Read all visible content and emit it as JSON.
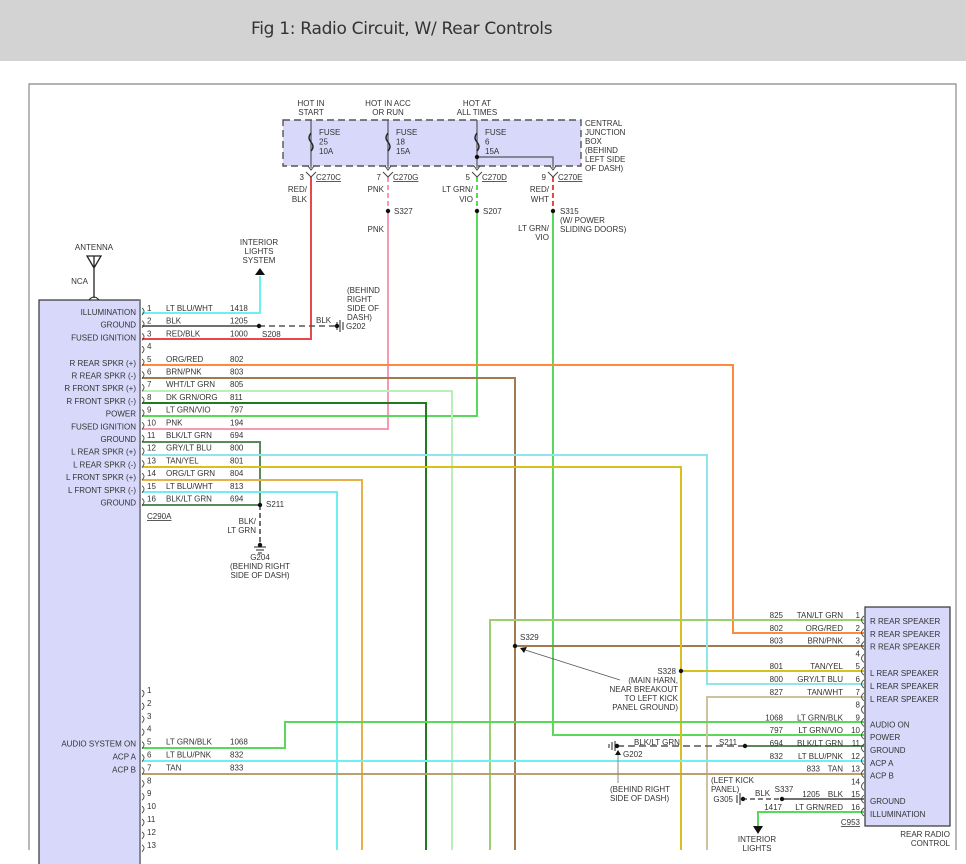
{
  "header": {
    "title": "Fig 1: Radio Circuit, W/ Rear Controls"
  },
  "junction_box": {
    "label": [
      "CENTRAL",
      "JUNCTION",
      "BOX",
      "(BEHIND",
      "LEFT SIDE",
      "OF DASH)"
    ],
    "fuses": [
      {
        "supply": [
          "HOT IN",
          "START"
        ],
        "fuse": [
          "FUSE",
          "25",
          "10A"
        ],
        "pin": "3",
        "connector": "C270C",
        "wire_color": [
          "RED/",
          "BLK"
        ]
      },
      {
        "supply": [
          "HOT IN ACC",
          "OR RUN"
        ],
        "fuse": [
          "FUSE",
          "18",
          "15A"
        ],
        "pin": "7",
        "connector": "C270G",
        "wire_color": [
          "PNK"
        ]
      },
      {
        "supply": [
          "HOT AT",
          "ALL TIMES"
        ],
        "fuse": [
          "FUSE",
          "6",
          "15A"
        ],
        "pin": "5",
        "connector": "C270D",
        "wire_color": [
          "LT GRN/",
          "VIO"
        ]
      },
      {
        "supply": [],
        "fuse": [],
        "pin": "9",
        "connector": "C270E",
        "wire_color": [
          "RED/",
          "WHT"
        ]
      }
    ]
  },
  "splices": {
    "s327": "S327",
    "s327_wire": "PNK",
    "s207": "S207",
    "s315": [
      "S315",
      "(W/ POWER",
      "SLIDING DOORS)"
    ],
    "s315_wire": [
      "LT GRN/",
      "VIO"
    ],
    "s208": "S208",
    "s211": "S211",
    "s211_rear": "S211",
    "s329": "S329",
    "s328": [
      "S328",
      "(MAIN HARN,",
      "NEAR BREAKOUT",
      "TO LEFT KICK",
      "PANEL GROUND)"
    ],
    "s337": "S337"
  },
  "grounds": {
    "g202_top": {
      "id": "G202",
      "note": [
        "(BEHIND",
        "RIGHT",
        "SIDE OF",
        "DASH)"
      ],
      "wire": "BLK"
    },
    "g204": {
      "id": "G204",
      "note": [
        "(BEHIND RIGHT",
        "SIDE OF DASH)"
      ],
      "wire": [
        "BLK/",
        "LT GRN"
      ]
    },
    "g202_bottom": {
      "id": "G202",
      "note": [
        "(BEHIND RIGHT",
        "SIDE OF DASH)"
      ],
      "wire": "BLK/LT GRN"
    },
    "g305": {
      "id": "G305",
      "note": [
        "(LEFT KICK",
        "PANEL)"
      ],
      "wire": "BLK"
    }
  },
  "antenna": {
    "label": "ANTENNA",
    "note": "NCA"
  },
  "interior_lights_top": [
    "INTERIOR",
    "LIGHTS",
    "SYSTEM"
  ],
  "interior_lights_bottom": [
    "INTERIOR",
    "LIGHTS"
  ],
  "radio": {
    "connector": "C290A",
    "pins": [
      {
        "pin": "1",
        "label": "ILLUMINATION",
        "color": "LT BLU/WHT",
        "circuit": "1418"
      },
      {
        "pin": "2",
        "label": "GROUND",
        "color": "BLK",
        "circuit": "1205"
      },
      {
        "pin": "3",
        "label": "FUSED IGNITION",
        "color": "RED/BLK",
        "circuit": "1000"
      },
      {
        "pin": "4",
        "label": "",
        "color": "",
        "circuit": ""
      },
      {
        "pin": "5",
        "label": "R REAR SPKR (+)",
        "color": "ORG/RED",
        "circuit": "802"
      },
      {
        "pin": "6",
        "label": "R REAR SPKR (-)",
        "color": "BRN/PNK",
        "circuit": "803"
      },
      {
        "pin": "7",
        "label": "R FRONT SPKR (+)",
        "color": "WHT/LT GRN",
        "circuit": "805"
      },
      {
        "pin": "8",
        "label": "R FRONT SPKR (-)",
        "color": "DK GRN/ORG",
        "circuit": "811"
      },
      {
        "pin": "9",
        "label": "POWER",
        "color": "LT GRN/VIO",
        "circuit": "797"
      },
      {
        "pin": "10",
        "label": "FUSED IGNITION",
        "color": "PNK",
        "circuit": "194"
      },
      {
        "pin": "11",
        "label": "GROUND",
        "color": "BLK/LT GRN",
        "circuit": "694"
      },
      {
        "pin": "12",
        "label": "L REAR SPKR (+)",
        "color": "GRY/LT BLU",
        "circuit": "800"
      },
      {
        "pin": "13",
        "label": "L REAR SPKR (-)",
        "color": "TAN/YEL",
        "circuit": "801"
      },
      {
        "pin": "14",
        "label": "L FRONT SPKR (+)",
        "color": "ORG/LT GRN",
        "circuit": "804"
      },
      {
        "pin": "15",
        "label": "L FRONT SPKR (-)",
        "color": "LT BLU/WHT",
        "circuit": "813"
      },
      {
        "pin": "16",
        "label": "GROUND",
        "color": "BLK/LT GRN",
        "circuit": "694"
      }
    ],
    "pins_b": [
      {
        "pin": "1",
        "label": "",
        "color": "",
        "circuit": ""
      },
      {
        "pin": "2",
        "label": "",
        "color": "",
        "circuit": ""
      },
      {
        "pin": "3",
        "label": "",
        "color": "",
        "circuit": ""
      },
      {
        "pin": "4",
        "label": "",
        "color": "",
        "circuit": ""
      },
      {
        "pin": "5",
        "label": "AUDIO SYSTEM ON",
        "color": "LT GRN/BLK",
        "circuit": "1068"
      },
      {
        "pin": "6",
        "label": "ACP A",
        "color": "LT BLU/PNK",
        "circuit": "832"
      },
      {
        "pin": "7",
        "label": "ACP B",
        "color": "TAN",
        "circuit": "833"
      },
      {
        "pin": "8",
        "label": "",
        "color": "",
        "circuit": ""
      },
      {
        "pin": "9",
        "label": "",
        "color": "",
        "circuit": ""
      },
      {
        "pin": "10",
        "label": "",
        "color": "",
        "circuit": ""
      },
      {
        "pin": "11",
        "label": "",
        "color": "",
        "circuit": ""
      },
      {
        "pin": "12",
        "label": "",
        "color": "",
        "circuit": ""
      },
      {
        "pin": "13",
        "label": "",
        "color": "",
        "circuit": ""
      }
    ]
  },
  "rear_control": {
    "name": [
      "REAR RADIO",
      "CONTROL"
    ],
    "connector": "C953",
    "pins": [
      {
        "pin": "1",
        "label": "R REAR SPEAKER",
        "color": "TAN/LT GRN",
        "circuit": "825"
      },
      {
        "pin": "2",
        "label": "R REAR SPEAKER",
        "color": "ORG/RED",
        "circuit": "802"
      },
      {
        "pin": "3",
        "label": "R REAR SPEAKER",
        "color": "BRN/PNK",
        "circuit": "803"
      },
      {
        "pin": "4",
        "label": "",
        "color": "",
        "circuit": ""
      },
      {
        "pin": "5",
        "label": "L REAR SPEAKER",
        "color": "TAN/YEL",
        "circuit": "801"
      },
      {
        "pin": "6",
        "label": "L REAR SPEAKER",
        "color": "GRY/LT BLU",
        "circuit": "800"
      },
      {
        "pin": "7",
        "label": "L REAR SPEAKER",
        "color": "TAN/WHT",
        "circuit": "827"
      },
      {
        "pin": "8",
        "label": "",
        "color": "",
        "circuit": ""
      },
      {
        "pin": "9",
        "label": "AUDIO ON",
        "color": "LT GRN/BLK",
        "circuit": "1068"
      },
      {
        "pin": "10",
        "label": "POWER",
        "color": "LT GRN/VIO",
        "circuit": "797"
      },
      {
        "pin": "11",
        "label": "GROUND",
        "color": "BLK/LT GRN",
        "circuit": "694"
      },
      {
        "pin": "12",
        "label": "ACP A",
        "color": "LT BLU/PNK",
        "circuit": "832"
      },
      {
        "pin": "13",
        "label": "ACP B",
        "color": "TAN",
        "circuit": "833"
      },
      {
        "pin": "14",
        "label": "",
        "color": "",
        "circuit": ""
      },
      {
        "pin": "15",
        "label": "GROUND",
        "color": "BLK",
        "circuit": "1205"
      },
      {
        "pin": "16",
        "label": "ILLUMINATION",
        "color": "LT GRN/RED",
        "circuit": "1417"
      }
    ]
  },
  "wire_colors": {
    "red": "#e8484a",
    "pink": "#f59ab0",
    "ltgrn": "#5ad85a",
    "cyan": "#6ff0f0",
    "orange": "#ff8a3d",
    "brown": "#a07a50",
    "wht_ltgrn": "#b8f0b8",
    "dkgrn": "#207a20",
    "ltblu_gry": "#8ee6ea",
    "tanyel": "#d8c020",
    "org_ltgrn": "#e8b04a",
    "tan": "#b8a070",
    "tanwht": "#cfc0a0",
    "tan_ltgrn": "#9ccf70",
    "gray": "#707070",
    "box": "#d8d8fa"
  }
}
